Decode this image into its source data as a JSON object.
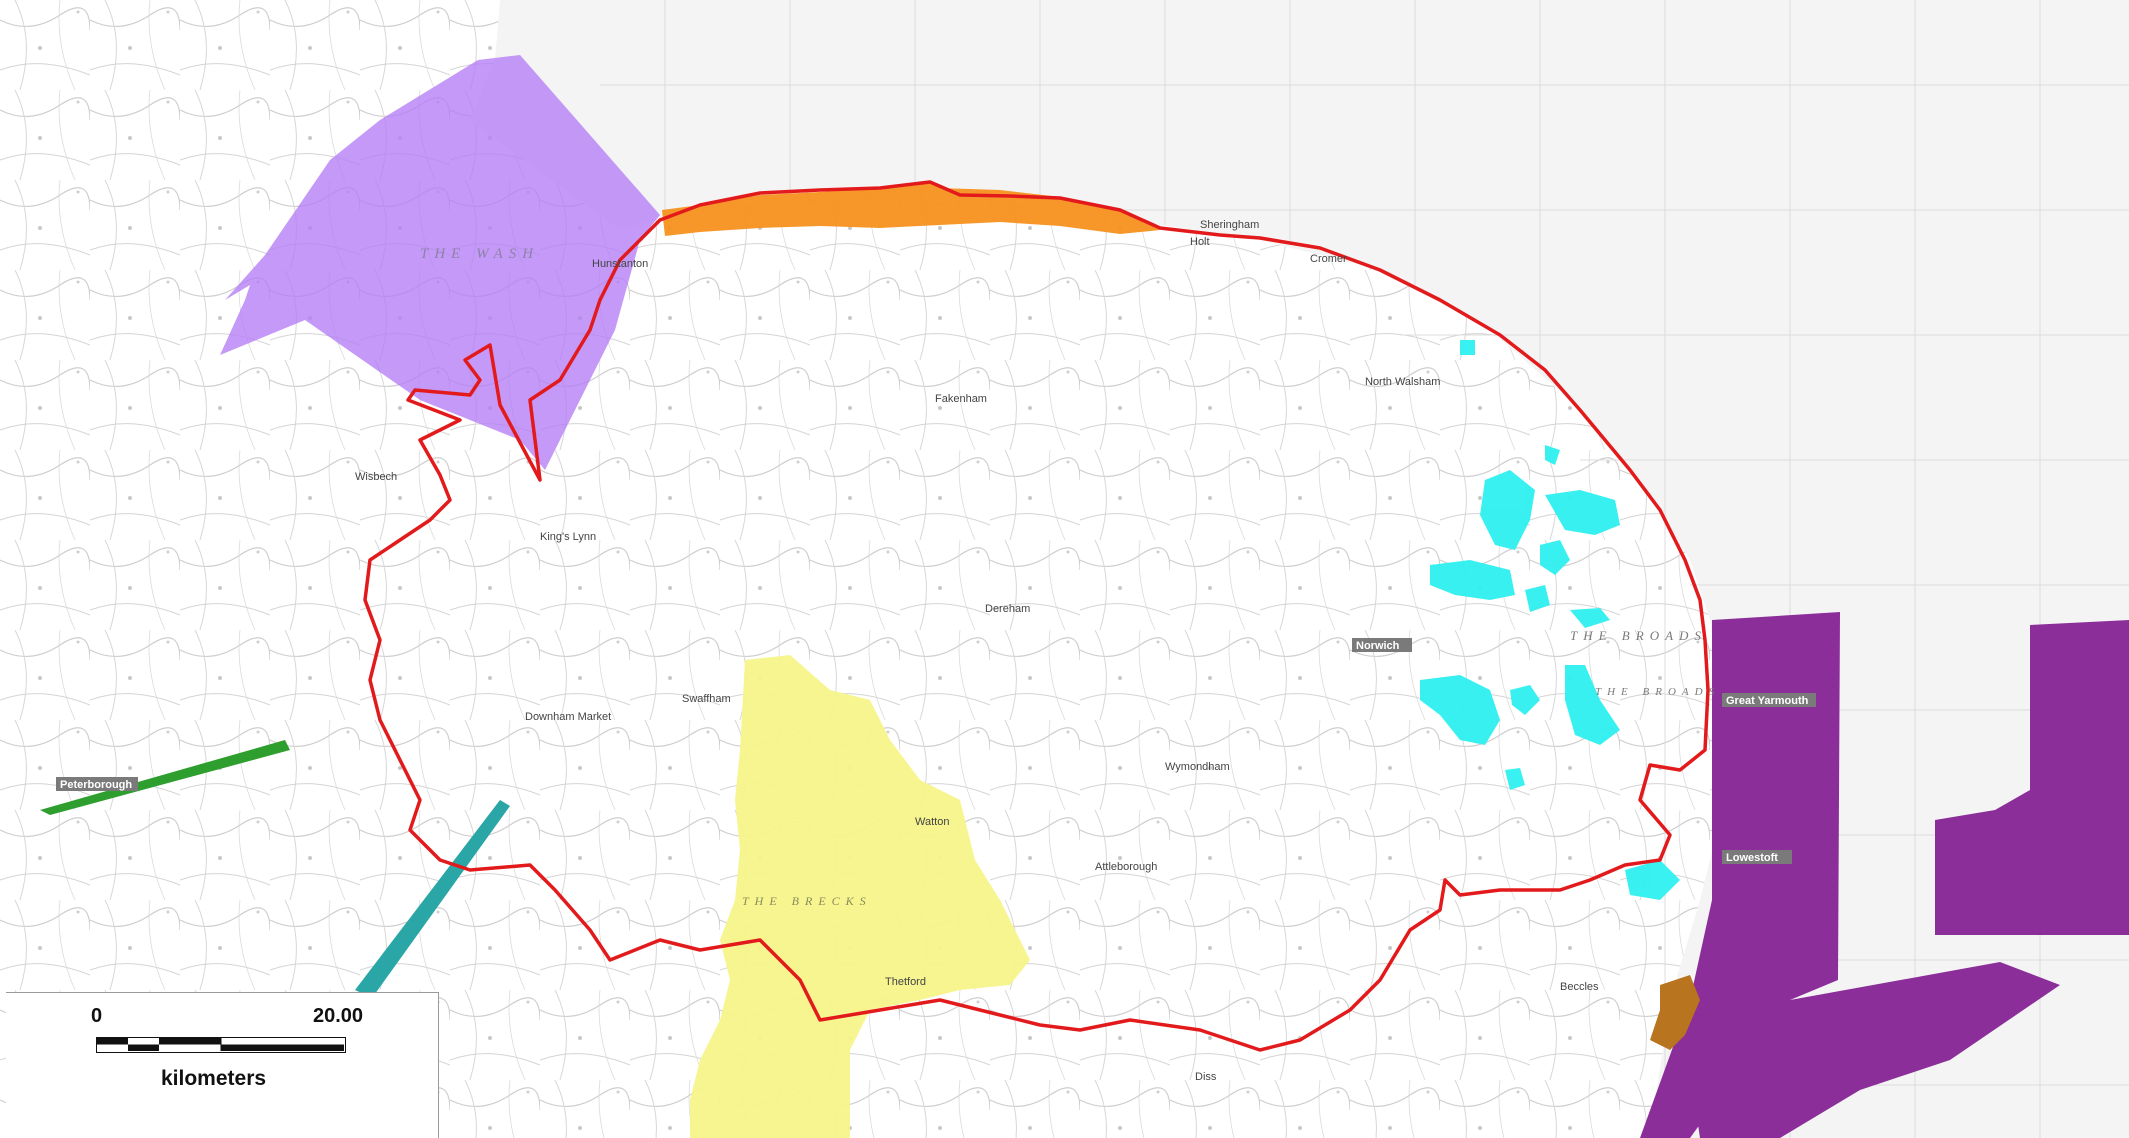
{
  "map": {
    "labels": {
      "wash": "THE WASH",
      "broads_upper": "THE BROADS",
      "broads_lower": "THE BROADS",
      "brecks": "THE BRECKS"
    },
    "towns": [
      "Peterborough",
      "King's Lynn",
      "Hunstanton",
      "Fakenham",
      "Holt",
      "Cromer",
      "North Walsham",
      "Dereham",
      "Swaffham",
      "Norwich",
      "Wymondham",
      "Attleborough",
      "Watton",
      "Thetford",
      "Great Yarmouth",
      "Lowestoft",
      "Downham Market",
      "Wisbech",
      "Diss",
      "Beccles",
      "Sheringham"
    ],
    "colors": {
      "boundary": "#e31a1c",
      "wash_zone": "#b57cf6",
      "coast_zone": "#f7911e",
      "broads": "#2ff0f0",
      "brecks": "#f6f48a",
      "offshore": "#8b2e9a",
      "pipeline_green": "#2e9e2e",
      "pipeline_teal": "#2aa6a6",
      "coast_brown": "#b8741f"
    }
  },
  "scale": {
    "zero": "0",
    "max": "20.00",
    "units": "kilometers"
  }
}
